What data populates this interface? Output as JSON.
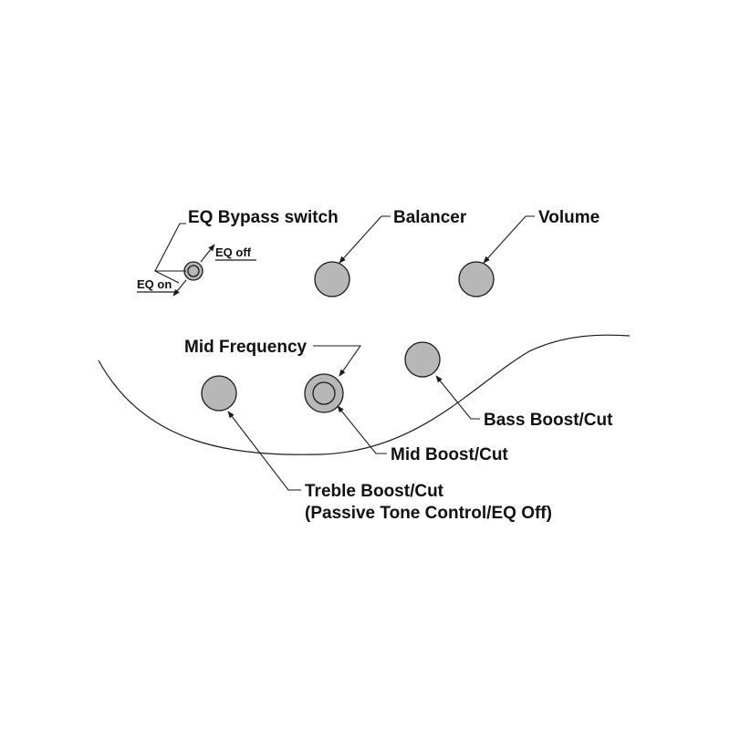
{
  "labels": {
    "eq_bypass_switch": "EQ Bypass switch",
    "eq_off": "EQ off",
    "eq_on": "EQ on",
    "balancer": "Balancer",
    "volume": "Volume",
    "mid_frequency": "Mid Frequency",
    "bass_boost_cut": "Bass Boost/Cut",
    "mid_boost_cut": "Mid Boost/Cut",
    "treble_boost_cut": "Treble Boost/Cut",
    "treble_note": "(Passive Tone Control/EQ Off)"
  },
  "colors": {
    "knob_fill": "#b7b7b7",
    "line": "#1a1a1a",
    "background": "#ffffff"
  }
}
